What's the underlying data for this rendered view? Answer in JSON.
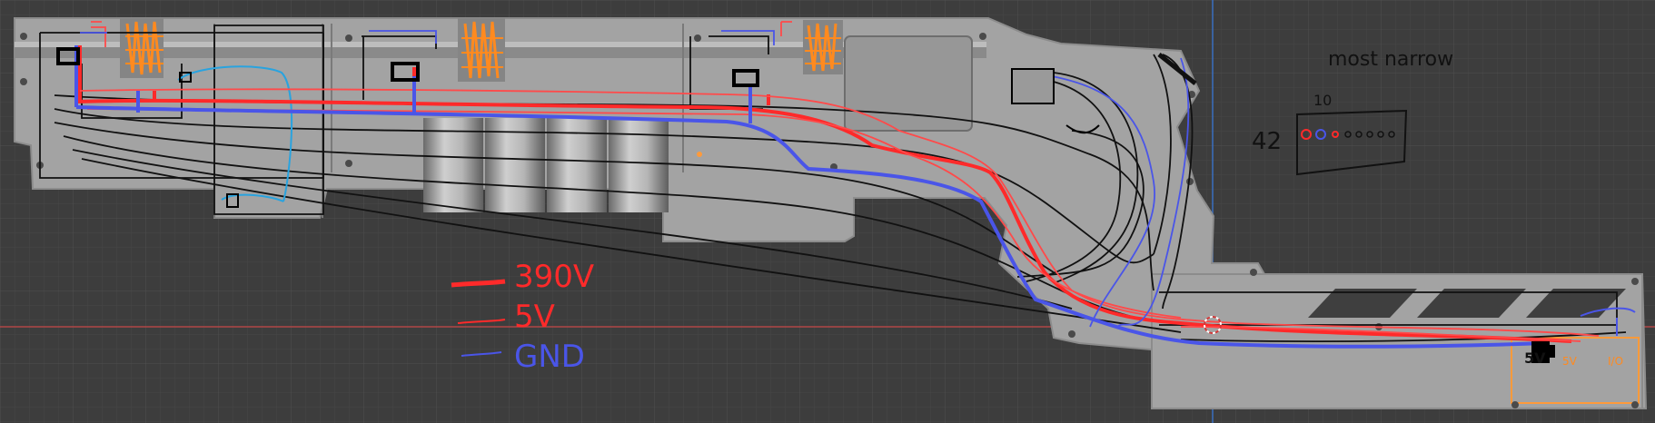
{
  "legend": {
    "items": [
      {
        "label": "390V",
        "color": "#ff2a2a"
      },
      {
        "label": "5V",
        "color": "#ff2a2a"
      },
      {
        "label": "GND",
        "color": "#4a55e8"
      }
    ]
  },
  "notes": {
    "most_narrow": "most narrow",
    "connector_width": "10",
    "connector_height": "42",
    "bottom_label_a": "5V",
    "bottom_label_b": "5V",
    "bottom_label_c": "I/O"
  },
  "colors": {
    "background": "#3d3d3d",
    "body": "#a2a2a2",
    "wire_390v": "#ff2a2a",
    "wire_5v": "#ff4a4a",
    "wire_gnd": "#4a55e8",
    "wire_signal": "#111111",
    "wire_aux": "#29a3df",
    "coil": "#ff8a1f",
    "axis_x": "#c84b4b",
    "axis_y": "#3a74c8"
  },
  "icons": {
    "connector": "pin-header-icon",
    "coil": "coil-icon",
    "switch": "switch-icon",
    "cursor": "3d-cursor-icon"
  }
}
